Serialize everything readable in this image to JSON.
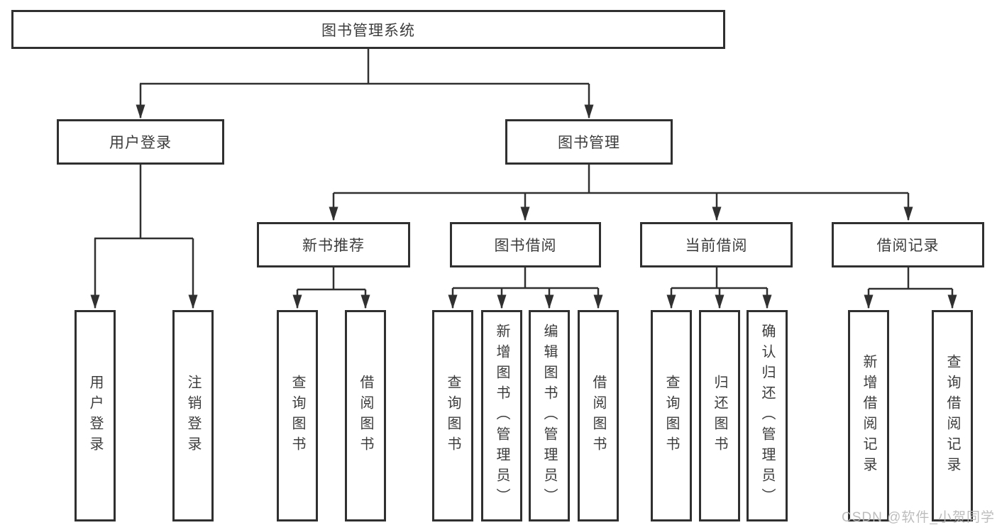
{
  "diagram_title": "图书管理系统",
  "root": {
    "label": "图书管理系统"
  },
  "level2": [
    {
      "label": "用户登录"
    },
    {
      "label": "图书管理"
    }
  ],
  "user_login_children": [
    {
      "label": "用户登录"
    },
    {
      "label": "注销登录"
    }
  ],
  "level3": [
    {
      "label": "新书推荐"
    },
    {
      "label": "图书借阅"
    },
    {
      "label": "当前借阅"
    },
    {
      "label": "借阅记录"
    }
  ],
  "new_book_children": [
    {
      "label": "查询图书"
    },
    {
      "label": "借阅图书"
    }
  ],
  "book_borrowing_children": [
    {
      "label": "查询图书"
    },
    {
      "label": "新增图书（管理员）"
    },
    {
      "label": "编辑图书（管理员）"
    },
    {
      "label": "借阅图书"
    }
  ],
  "current_borrowing_children": [
    {
      "label": "查询图书"
    },
    {
      "label": "归还图书"
    },
    {
      "label": "确认归还（管理员）"
    }
  ],
  "borrowing_records_children": [
    {
      "label": "新增借阅记录"
    },
    {
      "label": "查询借阅记录"
    }
  ],
  "watermark": {
    "text": "CSDN @软件_小贺同学"
  },
  "colors": {
    "line": "#303030",
    "text": "#3c3c3c",
    "watermark": "#b7b7b7",
    "background": "#ffffff"
  }
}
